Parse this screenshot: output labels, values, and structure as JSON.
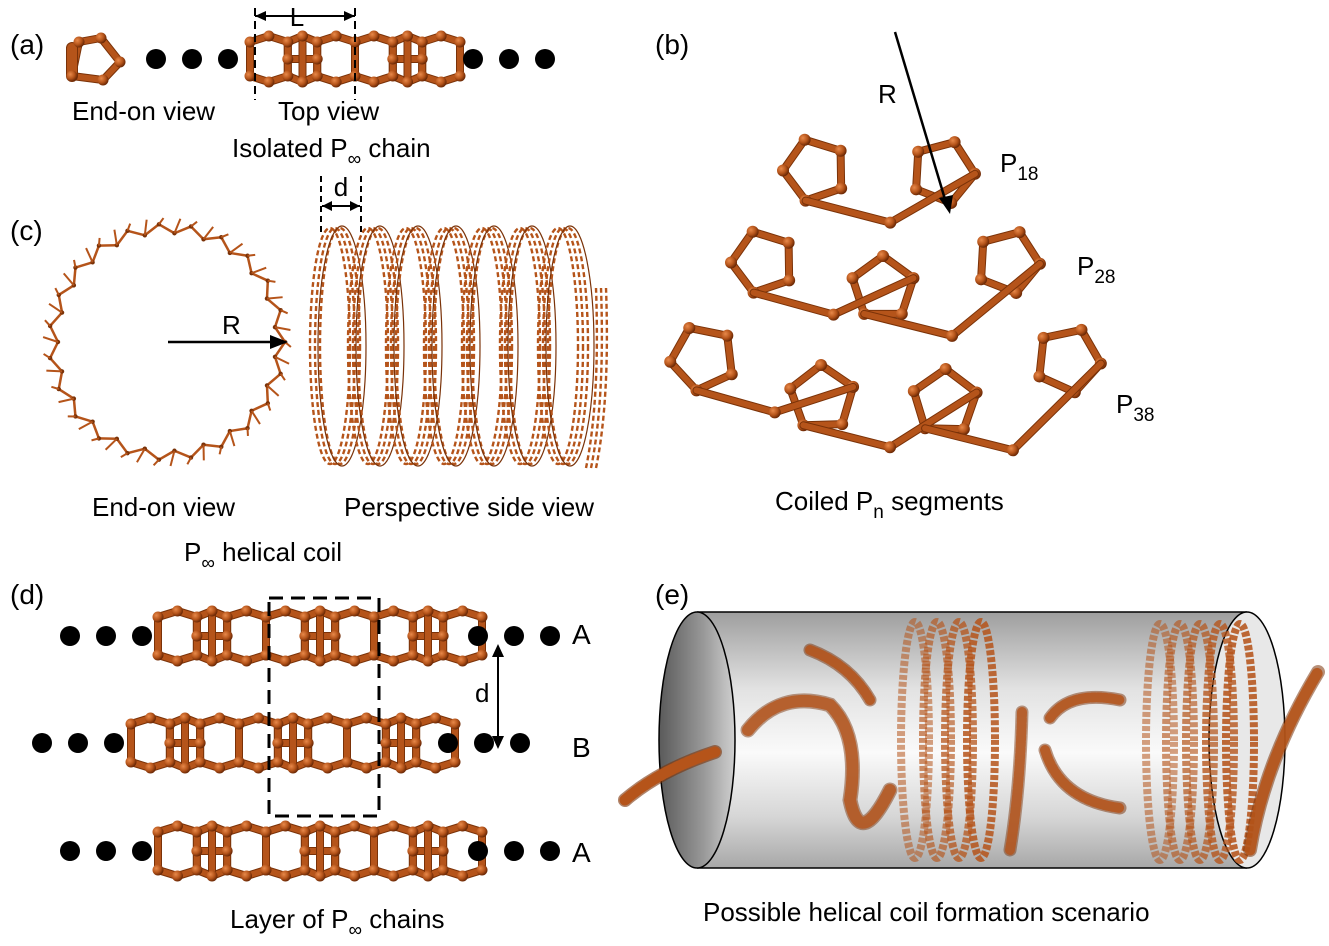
{
  "panels": {
    "a": {
      "letter": "(a)",
      "dimension": "L",
      "view1": "End-on view",
      "view2": "Top view",
      "caption_main": "Isolated P",
      "caption_sub": "∞",
      "caption_tail": " chain"
    },
    "b": {
      "letter": "(b)",
      "radius": "R",
      "segments": [
        {
          "main": "P",
          "sub": "18"
        },
        {
          "main": "P",
          "sub": "28"
        },
        {
          "main": "P",
          "sub": "38"
        }
      ],
      "caption_main": "Coiled P",
      "caption_sub": "n",
      "caption_tail": " segments"
    },
    "c": {
      "letter": "(c)",
      "spacing": "d",
      "radius": "R",
      "view1": "End-on view",
      "view2": "Perspective side view",
      "caption_main": "P",
      "caption_sub": "∞",
      "caption_tail": " helical coil"
    },
    "d": {
      "letter": "(d)",
      "spacing": "d",
      "rows": [
        "A",
        "B",
        "A"
      ],
      "caption_main": "Layer of P",
      "caption_sub": "∞",
      "caption_tail": " chains"
    },
    "e": {
      "letter": "(e)",
      "caption": "Possible helical coil formation scenario"
    }
  },
  "colors": {
    "phosphorus": "#b5541a",
    "phosphorus_dark": "#7a3208",
    "tube_light": "#f4f4f4",
    "tube_dark": "#a0a0a0"
  }
}
